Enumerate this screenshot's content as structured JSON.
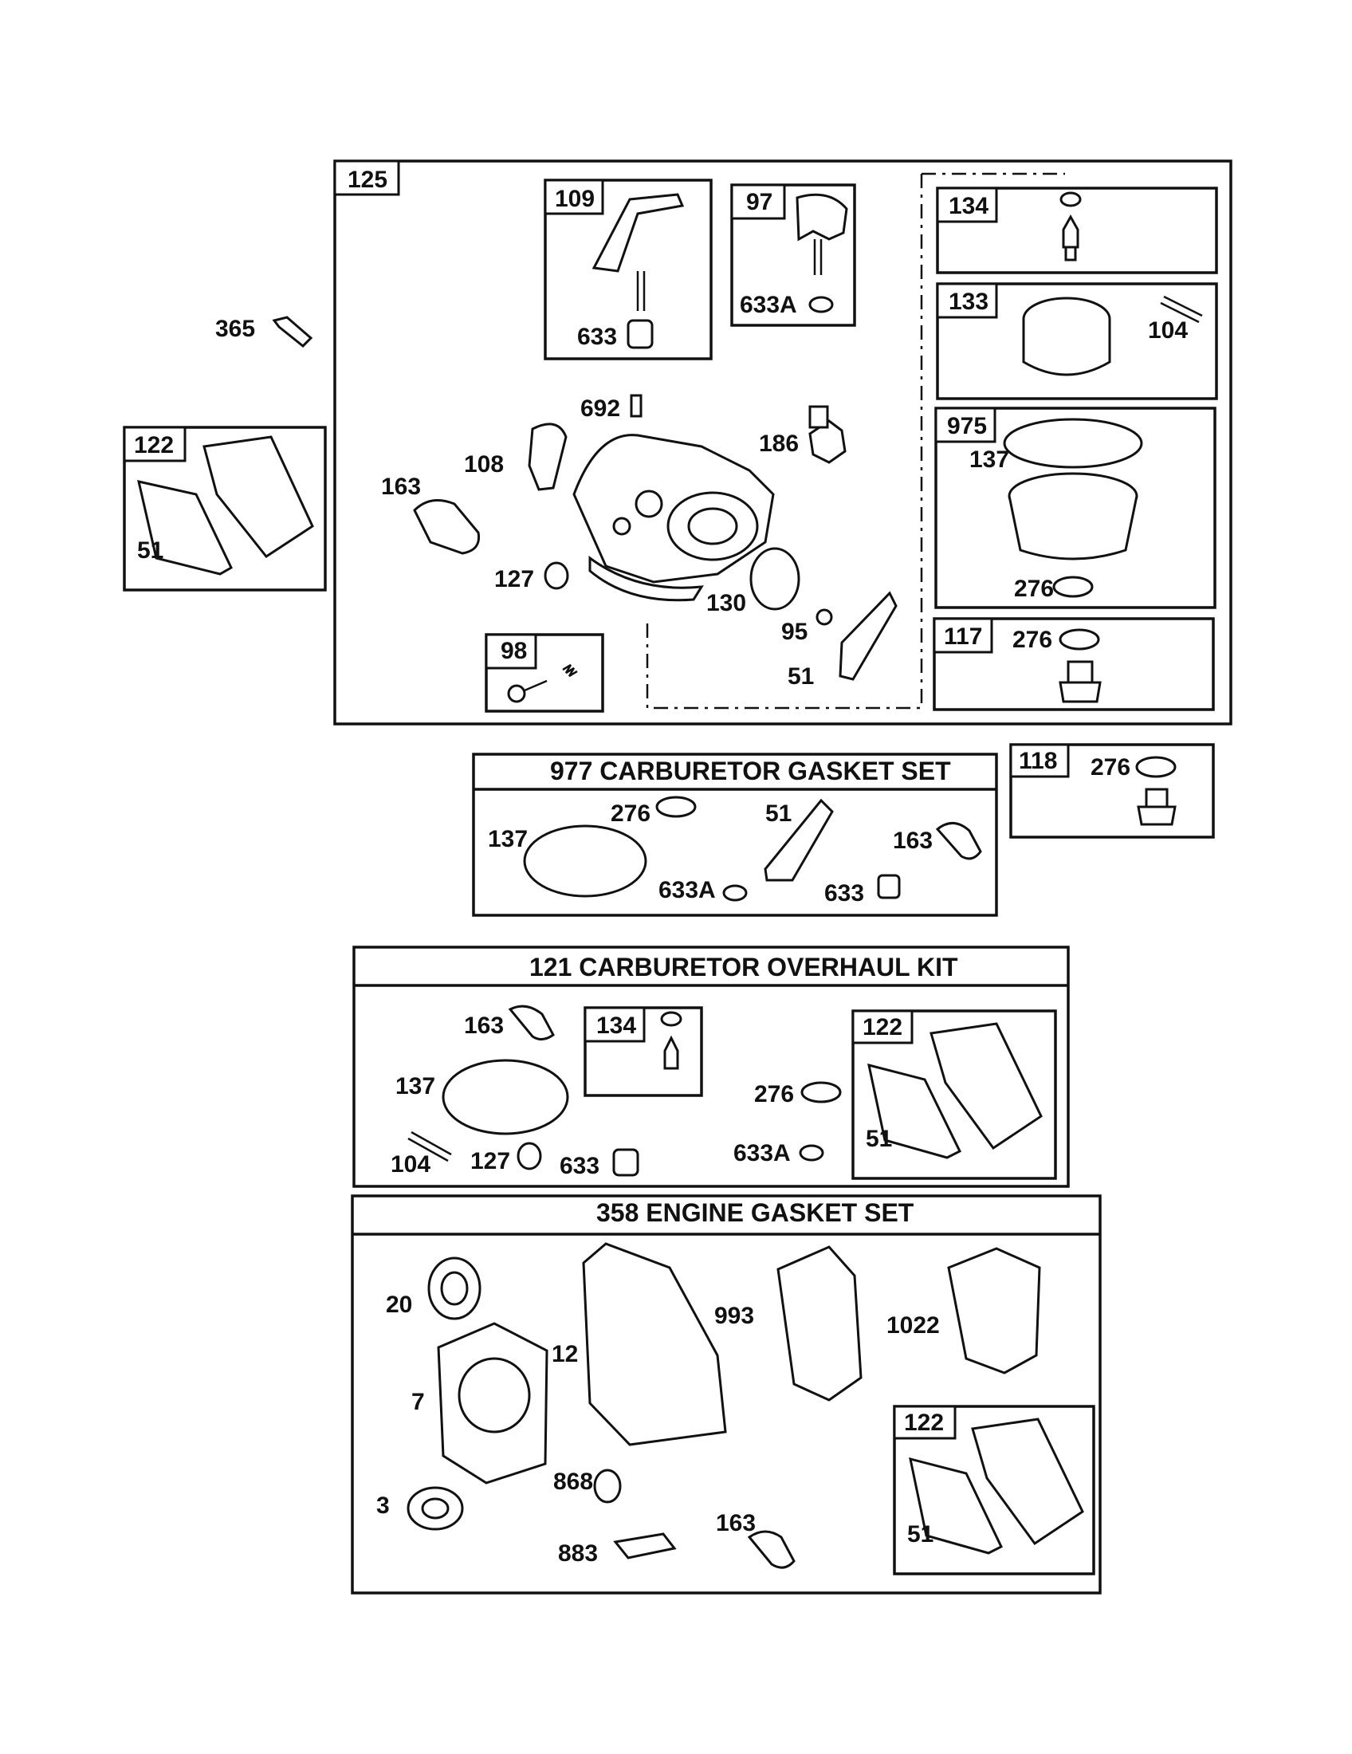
{
  "diagram": {
    "assembly_125": {
      "tag": "125",
      "sub_109": {
        "tag": "109",
        "part_633": "633"
      },
      "sub_97": {
        "tag": "97",
        "part_633A": "633A"
      },
      "sub_134": {
        "tag": "134"
      },
      "sub_133": {
        "tag": "133",
        "part_104": "104"
      },
      "sub_975": {
        "tag": "975",
        "part_137": "137",
        "part_276": "276"
      },
      "sub_117": {
        "tag": "117",
        "part_276": "276"
      },
      "sub_98": {
        "tag": "98"
      },
      "part_692": "692",
      "part_186": "186",
      "part_108": "108",
      "part_163": "163",
      "part_127": "127",
      "part_130": "130",
      "part_95": "95",
      "part_51": "51"
    },
    "part_365": "365",
    "sub_122_left": {
      "tag": "122",
      "part_51": "51"
    },
    "sub_118": {
      "tag": "118",
      "part_276": "276"
    },
    "kit_977": {
      "title": "977 CARBURETOR  GASKET SET",
      "part_137": "137",
      "part_276": "276",
      "part_51": "51",
      "part_163": "163",
      "part_633A": "633A",
      "part_633": "633"
    },
    "kit_121": {
      "title": "121 CARBURETOR OVERHAUL KIT",
      "part_163": "163",
      "sub_134": "134",
      "part_137": "137",
      "part_276": "276",
      "part_104": "104",
      "part_127": "127",
      "part_633": "633",
      "part_633A": "633A",
      "sub_122": "122",
      "part_51": "51"
    },
    "kit_358": {
      "title": "358 ENGINE GASKET SET",
      "part_20": "20",
      "part_12": "12",
      "part_993": "993",
      "part_1022": "1022",
      "part_7": "7",
      "part_868": "868",
      "part_3": "3",
      "part_163": "163",
      "part_883": "883",
      "sub_122": "122",
      "part_51": "51"
    }
  }
}
